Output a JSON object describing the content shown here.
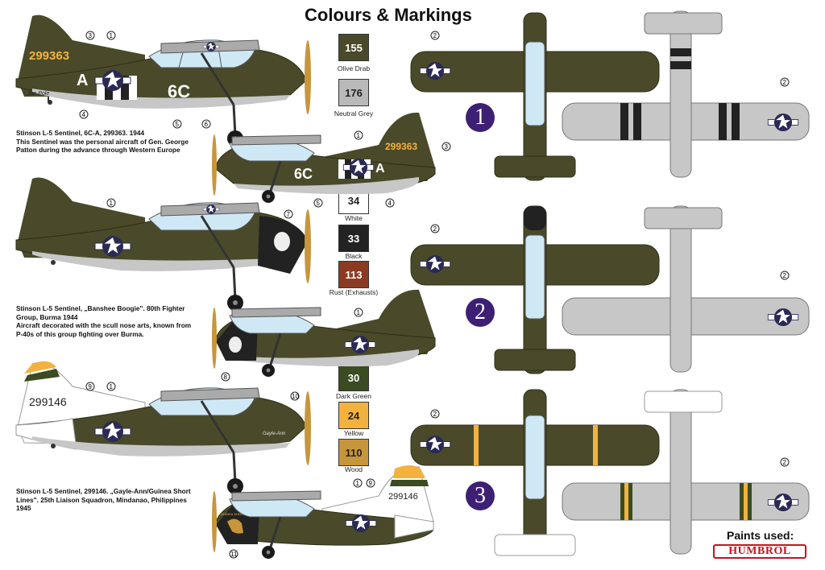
{
  "title": "Colours & Markings",
  "colors": {
    "olive": "#4a4a2a",
    "grey": "#b9b9b9",
    "white": "#ffffff",
    "black": "#222222",
    "rust": "#8c3b22",
    "dark_green": "#3b4b22",
    "yellow": "#f3b13e",
    "wood": "#c8963a",
    "scheme_circle": "#3d1f74",
    "humbrol_red": "#c4161c"
  },
  "swatches": [
    {
      "code": "155",
      "label": "Olive Drab",
      "color": "#4a4a2a",
      "text_color": "#ffffff"
    },
    {
      "code": "176",
      "label": "Neutral Grey",
      "color": "#b9b9b9",
      "text_color": "#222222"
    },
    {
      "code": "34",
      "label": "White",
      "color": "#ffffff",
      "text_color": "#222222"
    },
    {
      "code": "33",
      "label": "Black",
      "color": "#222222",
      "text_color": "#ffffff"
    },
    {
      "code": "113",
      "label": "Rust (Exhausts)",
      "color": "#8c3b22",
      "text_color": "#ffffff"
    },
    {
      "code": "30",
      "label": "Dark Green",
      "color": "#3b4b22",
      "text_color": "#ffffff"
    },
    {
      "code": "24",
      "label": "Yellow",
      "color": "#f3b13e",
      "text_color": "#222222"
    },
    {
      "code": "110",
      "label": "Wood",
      "color": "#c8963a",
      "text_color": "#222222"
    }
  ],
  "schemes": [
    {
      "number": "1",
      "caption_lines": [
        "Stinson L-5 Sentinel, 6C-A, 299363. 1944",
        "This Sentinel was the personal aircraft of Gen. George",
        "Patton during the advance through Western Europe"
      ],
      "tail_number": "299363",
      "code": "6C",
      "letter": "A",
      "signature": "Jan Pole"
    },
    {
      "number": "2",
      "caption_lines": [
        "Stinson L-5 Sentinel, „Banshee Boogie\". 80th Fighter",
        "Group, Burma 1944",
        "Aircraft decorated with the scull nose arts, known from",
        "P-40s of this group fighting over Burma."
      ]
    },
    {
      "number": "3",
      "caption_lines": [
        "Stinson L-5 Sentinel, 299146. „Gayle-Ann/Guinea Short",
        "Lines\".  25th Liaison Squadron, Mindanao, Philippines",
        "1945"
      ],
      "tail_number": "299146",
      "nose_text": "Gayle-Ann"
    }
  ],
  "callouts": [
    "1",
    "2",
    "3",
    "4",
    "5",
    "6",
    "7",
    "8",
    "9",
    "10",
    "11"
  ],
  "footer": {
    "paints_used": "Paints used:",
    "brand": "HUMBROL"
  }
}
